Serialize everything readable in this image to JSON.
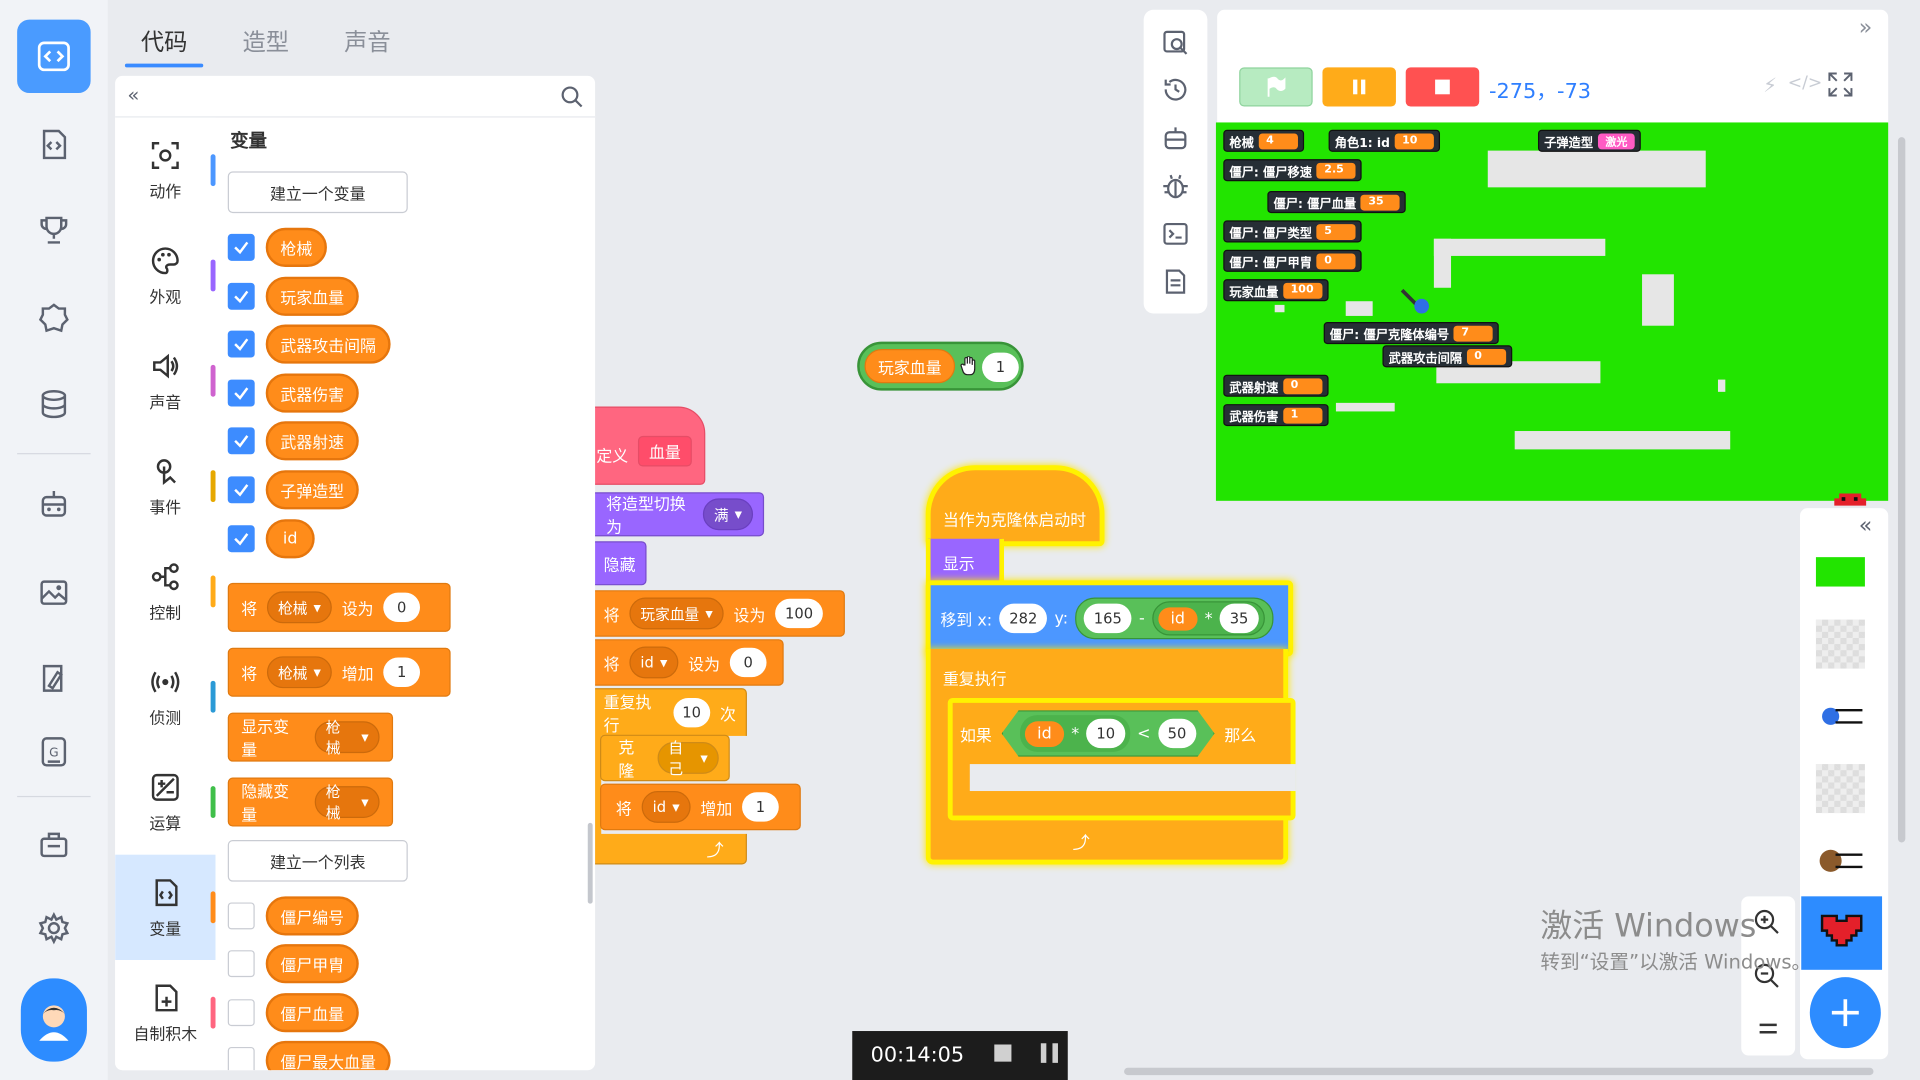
{
  "tabs": [
    "代码",
    "造型",
    "声音"
  ],
  "categories": [
    {
      "label": "动作",
      "color": "#4c97ff"
    },
    {
      "label": "外观",
      "color": "#9966ff"
    },
    {
      "label": "声音",
      "color": "#cf63cf"
    },
    {
      "label": "事件",
      "color": "#e6a800"
    },
    {
      "label": "控制",
      "color": "#ffab19"
    },
    {
      "label": "侦测",
      "color": "#2b9ad6"
    },
    {
      "label": "运算",
      "color": "#40bf4a"
    },
    {
      "label": "变量",
      "color": "#ff8c1a"
    },
    {
      "label": "自制积木",
      "color": "#ff6680"
    }
  ],
  "palette": {
    "title": "变量",
    "make_variable": "建立一个变量",
    "variables": [
      "枪械",
      "玩家血量",
      "武器攻击间隔",
      "武器伤害",
      "武器射速",
      "子弹造型",
      "id"
    ],
    "set_block": {
      "word": "将",
      "var": "枪械",
      "op": "设为",
      "value": "0"
    },
    "change_block": {
      "word": "将",
      "var": "枪械",
      "op": "增加",
      "value": "1"
    },
    "show_block": {
      "label": "显示变量",
      "var": "枪械"
    },
    "hide_block": {
      "label": "隐藏变量",
      "var": "枪械"
    },
    "make_list": "建立一个列表",
    "lists": [
      "僵尸编号",
      "僵尸甲胄",
      "僵尸血量",
      "僵尸最大血量"
    ]
  },
  "script": {
    "reporter": {
      "var": "玩家血量",
      "op": "1"
    },
    "left": {
      "define": {
        "label": "定义",
        "arg": "血量"
      },
      "switch": {
        "label": "将造型切换为",
        "value": "满"
      },
      "hide": "隐藏",
      "set": {
        "word": "将",
        "var": "玩家血量",
        "op": "设为",
        "value": "100"
      },
      "set2": {
        "word": "将",
        "var": "id",
        "op": "设为",
        "value": "0"
      },
      "repeat": {
        "label": "重复执行",
        "count": "10",
        "unit": "次"
      },
      "clone": {
        "label": "克隆",
        "value": "自己"
      },
      "change": {
        "word": "将",
        "var": "id",
        "op": "增加",
        "value": "1"
      }
    },
    "right": {
      "hat": "当作为克隆体启动时",
      "show": "显示",
      "goto": {
        "label": "移到 x:",
        "x": "282",
        "y_label": "y:",
        "y1": "165",
        "minus": "-",
        "var": "id",
        "times": "*",
        "y2": "35"
      },
      "forever": "重复执行",
      "if": {
        "label": "如果",
        "var": "id",
        "op1": "*",
        "n1": "10",
        "lt": "<",
        "n2": "50",
        "then": "那么"
      }
    }
  },
  "stage": {
    "coords": "-275，-73",
    "monitors": [
      {
        "name": "枪械",
        "value": "4"
      },
      {
        "name": "角色1: id",
        "value": "10"
      },
      {
        "name": "子弹造型",
        "value": "激光"
      },
      {
        "name": "僵尸: 僵尸移速",
        "value": "2.5"
      },
      {
        "name": "僵尸: 僵尸血量",
        "value": "35"
      },
      {
        "name": "僵尸: 僵尸类型",
        "value": "5"
      },
      {
        "name": "僵尸: 僵尸甲胄",
        "value": "0"
      },
      {
        "name": "玩家血量",
        "value": "100"
      },
      {
        "name": "僵尸: 僵尸克隆体编号",
        "value": "7"
      },
      {
        "name": "武器攻击间隔",
        "value": "0"
      },
      {
        "name": "武器射速",
        "value": "0"
      },
      {
        "name": "武器伤害",
        "value": "1"
      }
    ],
    "bg_color": "#22e400"
  },
  "timer": "00:14:05",
  "watermark": {
    "line1": "激活 Windows",
    "line2": "转到“设置”以激活 Windows。"
  },
  "colors": {
    "accent": "#3a8bff",
    "variables": "#ff8c1a",
    "control": "#ffab19",
    "looks": "#9966ff",
    "motion": "#4c97ff",
    "operators": "#59c059",
    "custom": "#ff6680"
  }
}
